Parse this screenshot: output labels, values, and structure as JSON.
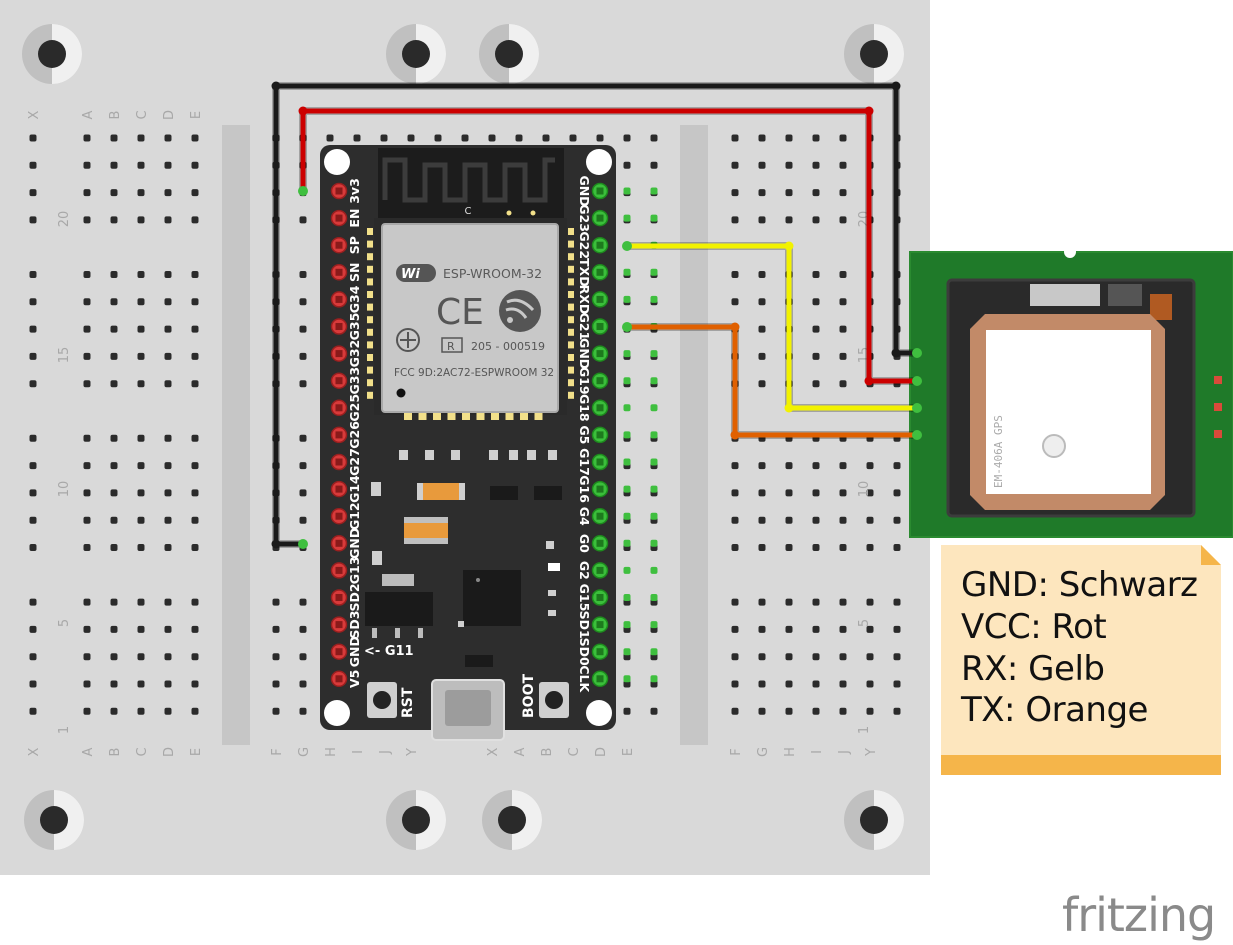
{
  "breadboard": {
    "row_letters_left": [
      "X",
      "A",
      "B",
      "C",
      "D",
      "E"
    ],
    "row_letters_mid_left": [
      "F",
      "G",
      "H",
      "I",
      "J",
      "Y"
    ],
    "row_letters_mid_right": [
      "X",
      "A",
      "B",
      "C",
      "D",
      "E"
    ],
    "row_letters_right": [
      "F",
      "G",
      "H",
      "I",
      "J",
      "Y"
    ],
    "column_numbers": [
      "1",
      "5",
      "10",
      "15",
      "20"
    ]
  },
  "esp32": {
    "module_name": "ESP-WROOM-32",
    "wifi_label": "Wi",
    "ce_label": "CE",
    "r_label": "R",
    "cert_number": "205 - 000519",
    "fcc_label": "FCC 9D:2AC72-ESPWROOM 32",
    "antenna_mark": "C",
    "left_pins": [
      "3v3",
      "EN",
      "SP",
      "SN",
      "G34",
      "G35",
      "G32",
      "G33",
      "G25",
      "G26",
      "G27",
      "G14",
      "G12",
      "GND",
      "G13",
      "SD2",
      "SD3",
      "GND",
      "V5"
    ],
    "right_pins": [
      "GND",
      "G23",
      "G22",
      "TXD",
      "RXD",
      "G21",
      "GND",
      "G19",
      "G18",
      "G5",
      "G17",
      "G16",
      "G4",
      "G0",
      "G2",
      "G15",
      "SD1",
      "SD0",
      "CLK"
    ],
    "g11_label": "<- G11",
    "rst_label": "RST",
    "boot_label": "BOOT"
  },
  "gps": {
    "model_label": "EM-406A GPS"
  },
  "wires": {
    "gnd_color": "#1a1a1a",
    "vcc_color": "#cc0000",
    "rx_color": "#f2f200",
    "tx_color": "#e06000"
  },
  "note": {
    "lines": [
      "GND: Schwarz",
      "VCC: Rot",
      "RX: Gelb",
      "TX: Orange"
    ]
  },
  "logo": "fritzing"
}
